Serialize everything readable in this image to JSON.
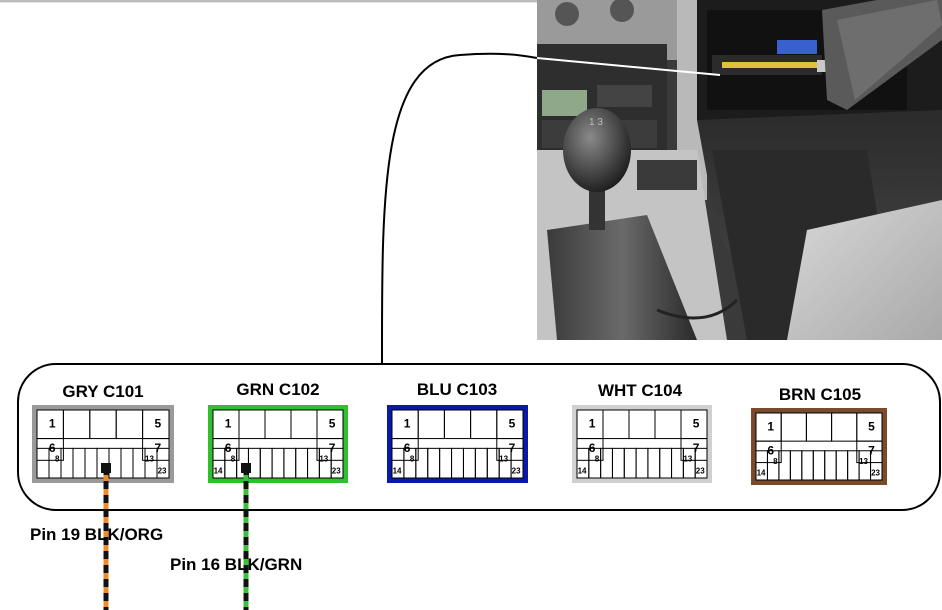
{
  "connectors": [
    {
      "id": "c101",
      "label": "GRY C101",
      "color": "#9a9a9a",
      "face": "#ffffff"
    },
    {
      "id": "c102",
      "label": "GRN C102",
      "color": "#2fbf2f",
      "face": "#ffffff"
    },
    {
      "id": "c103",
      "label": "BLU C103",
      "color": "#0a1aa8",
      "face": "#ffffff"
    },
    {
      "id": "c104",
      "label": "WHT C104",
      "color": "#d0d0d0",
      "face": "#ffffff"
    },
    {
      "id": "c105",
      "label": "BRN C105",
      "color": "#7a4a2a",
      "face": "#ffffff"
    }
  ],
  "pin_numbers": {
    "p1": "1",
    "p5": "5",
    "p6": "6",
    "p7": "7",
    "p8": "8",
    "p13": "13",
    "p14": "14",
    "p23": "23"
  },
  "wires": [
    {
      "label": "Pin 19 BLK/ORG",
      "stripe": "#f08c28",
      "base": "#111111"
    },
    {
      "label": "Pin 16 BLK/GRN",
      "stripe": "#3cbf3c",
      "base": "#111111"
    }
  ],
  "photo": {
    "subject": "dashboard-connector-location"
  }
}
